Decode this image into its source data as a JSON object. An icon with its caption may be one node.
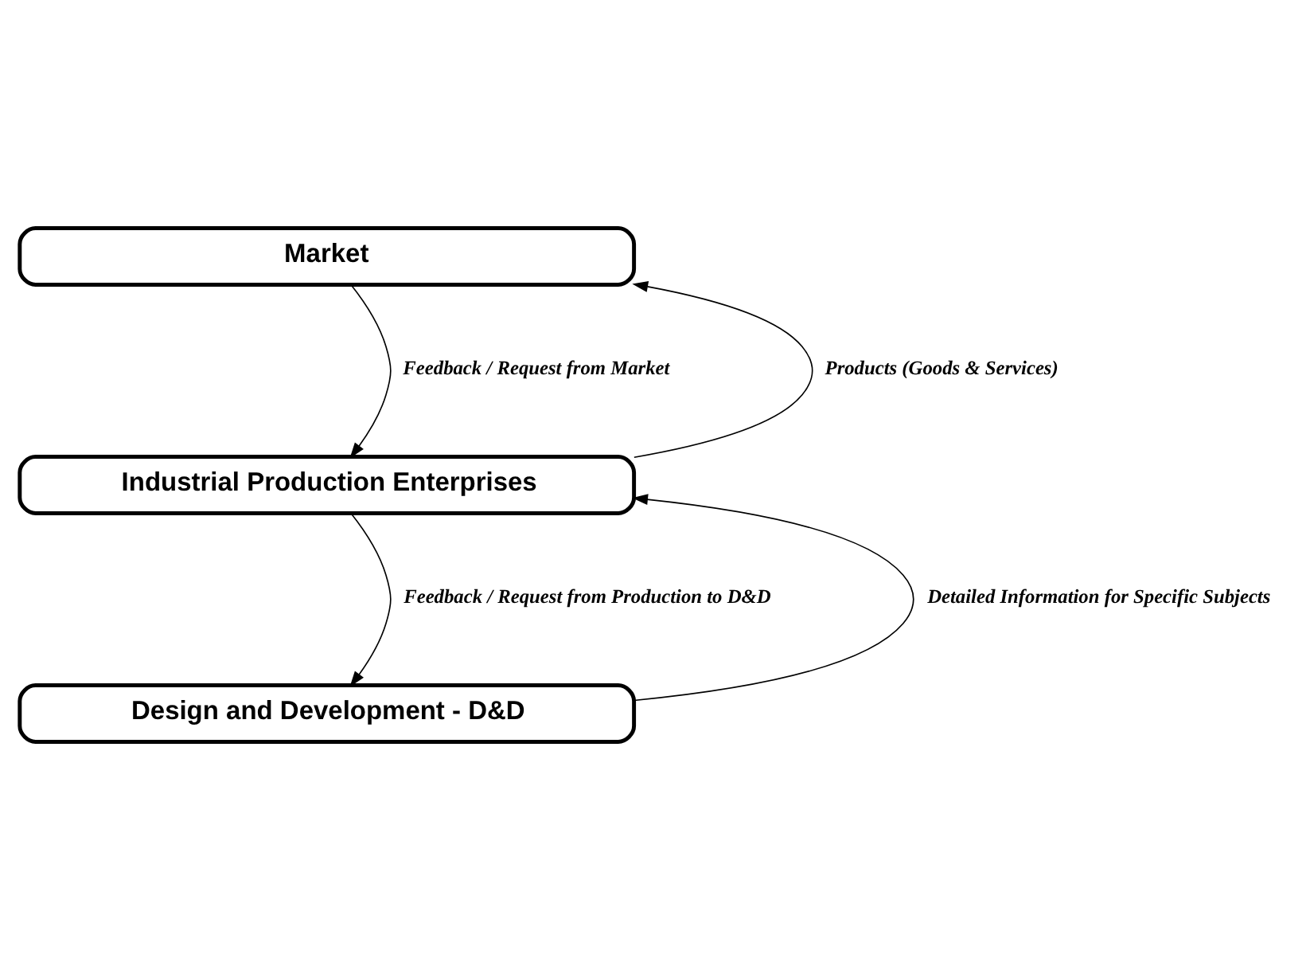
{
  "diagram": {
    "nodes": [
      {
        "text": [
          "Market"
        ]
      },
      {
        "text": [
          "Industrial Production Enterprises"
        ]
      },
      {
        "text": [
          "Design and Development - D&D"
        ]
      }
    ],
    "edges": [
      {
        "from": 1,
        "to": 0,
        "arrow": "to",
        "label": "Products (Goods & Services)"
      },
      {
        "from": 0,
        "to": 1,
        "arrow": "to",
        "label": "Feedback / Request from Market"
      },
      {
        "from": 2,
        "to": 1,
        "arrow": "to",
        "label": "Detailed Information for Specific Subjects"
      },
      {
        "from": 1,
        "to": 2,
        "arrow": "to",
        "label": "Feedback / Request from Production to D&D"
      }
    ]
  }
}
